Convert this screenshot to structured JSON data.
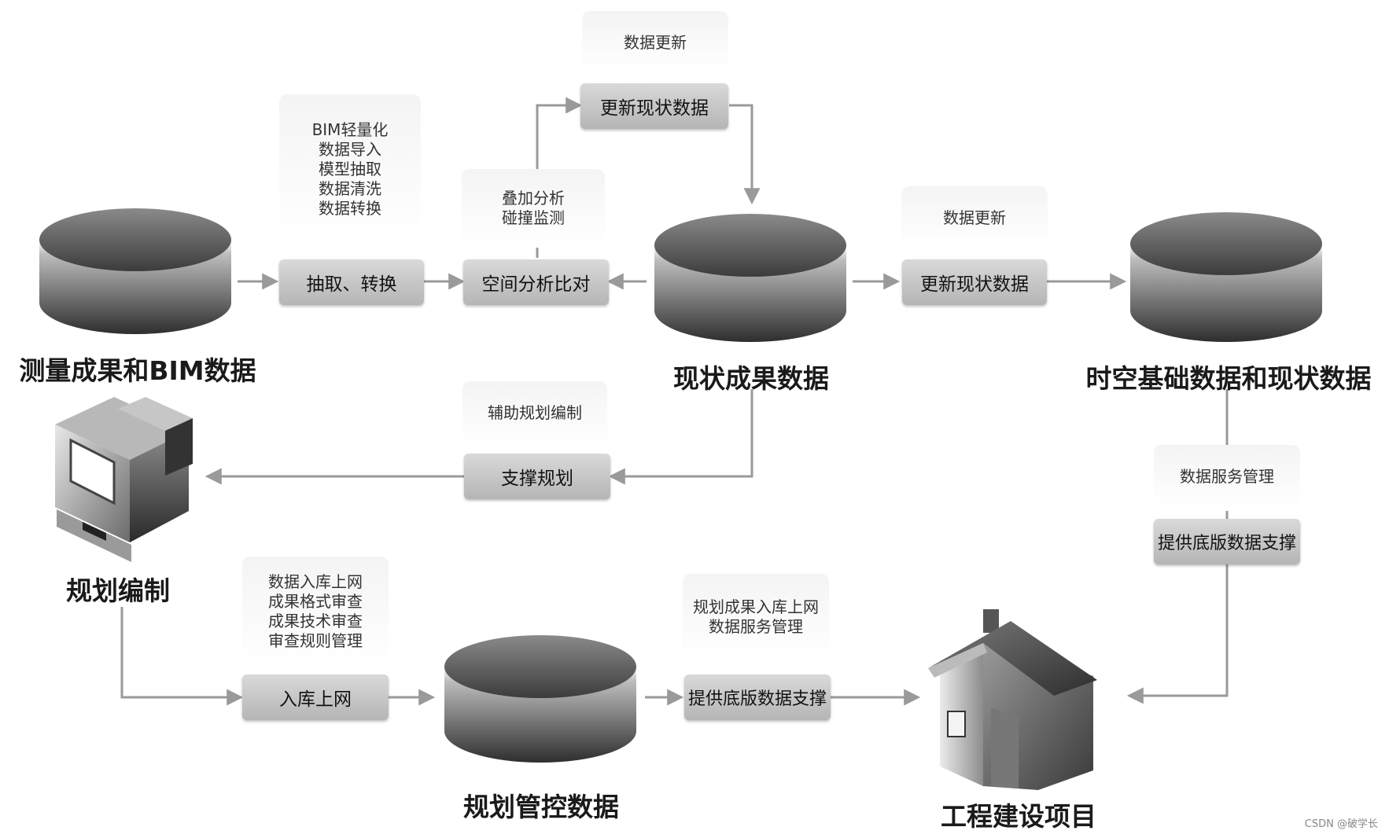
{
  "titles": {
    "survey_bim": "测量成果和BIM数据",
    "current_results": "现状成果数据",
    "spatiotemporal": "时空基础数据和现状数据",
    "planning": "规划编制",
    "planning_control": "规划管控数据",
    "project": "工程建设项目"
  },
  "process": {
    "extract_convert": "抽取、转换",
    "spatial_compare": "空间分析比对",
    "update_top": "更新现状数据",
    "update_right": "更新现状数据",
    "support_planning": "支撑规划",
    "storage_online": "入库上网",
    "base_support_bottom": "提供底版数据支撑",
    "base_support_right": "提供底版数据支撑"
  },
  "notes": {
    "bim_steps": [
      "BIM轻量化",
      "数据导入",
      "模型抽取",
      "数据清洗",
      "数据转换"
    ],
    "overlay": [
      "叠加分析",
      "碰撞监测"
    ],
    "data_update_top": [
      "数据更新"
    ],
    "data_update_right": [
      "数据更新"
    ],
    "assist_planning": [
      "辅助规划编制"
    ],
    "data_service": [
      "数据服务管理"
    ],
    "storage_steps": [
      "数据入库上网",
      "成果格式审查",
      "成果技术审查",
      "审查规则管理"
    ],
    "planning_results": [
      "规划成果入库上网",
      "数据服务管理"
    ]
  },
  "watermark": "CSDN @破学长",
  "colors": {
    "arrow": "#9a9a9a",
    "box": "#c4c4c4",
    "cylinder_top": "#f2f2f2",
    "cylinder_dark": "#3a3a3a"
  }
}
